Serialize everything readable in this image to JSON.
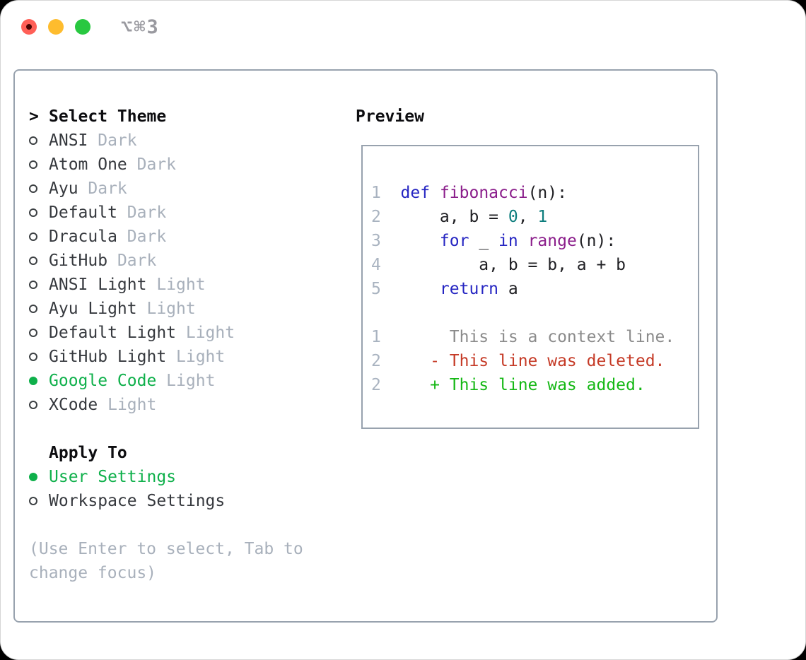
{
  "window": {
    "title": "⌥⌘3"
  },
  "colors": {
    "accent_green": "#0fb04b",
    "panel_border": "#98a2ae",
    "muted": "#a8b0bb",
    "code_keyword": "#2525c2",
    "code_function": "#8b1e8b",
    "code_number": "#0d7d7d",
    "diff_deleted": "#c53a26",
    "diff_added": "#15b815",
    "traffic_red": "#ff5f57",
    "traffic_yellow": "#febc2e",
    "traffic_green": "#28c840"
  },
  "theme_selector": {
    "prompt": ">",
    "title": "Select Theme",
    "items": [
      {
        "name": "ANSI",
        "variant": " Dark",
        "selected": false
      },
      {
        "name": "Atom One",
        "variant": " Dark",
        "selected": false
      },
      {
        "name": "Ayu",
        "variant": " Dark",
        "selected": false
      },
      {
        "name": "Default",
        "variant": " Dark",
        "selected": false
      },
      {
        "name": "Dracula",
        "variant": " Dark",
        "selected": false
      },
      {
        "name": "GitHub",
        "variant": " Dark",
        "selected": false
      },
      {
        "name": "ANSI Light",
        "variant": " Light",
        "selected": false
      },
      {
        "name": "Ayu Light",
        "variant": " Light",
        "selected": false
      },
      {
        "name": "Default Light",
        "variant": " Light",
        "selected": false
      },
      {
        "name": "GitHub Light",
        "variant": " Light",
        "selected": false
      },
      {
        "name": "Google Code",
        "variant": " Light",
        "selected": true
      },
      {
        "name": "XCode",
        "variant": " Light",
        "selected": false
      }
    ]
  },
  "apply_to": {
    "title": "Apply To",
    "options": [
      {
        "label": "User Settings",
        "selected": true
      },
      {
        "label": "Workspace Settings",
        "selected": false
      }
    ]
  },
  "hint": "(Use Enter to select, Tab to change focus)",
  "preview": {
    "title": "Preview",
    "code_lines": [
      {
        "num": "1",
        "segments": [
          {
            "text": "def",
            "color": "keyword"
          },
          {
            "text": " ",
            "color": "default"
          },
          {
            "text": "fibonacci",
            "color": "func"
          },
          {
            "text": "(n):",
            "color": "default"
          }
        ]
      },
      {
        "num": "2",
        "segments": [
          {
            "text": "    a, b = ",
            "color": "default"
          },
          {
            "text": "0",
            "color": "number"
          },
          {
            "text": ", ",
            "color": "default"
          },
          {
            "text": "1",
            "color": "number"
          }
        ]
      },
      {
        "num": "3",
        "segments": [
          {
            "text": "    ",
            "color": "default"
          },
          {
            "text": "for",
            "color": "keyword"
          },
          {
            "text": " _ ",
            "color": "default"
          },
          {
            "text": "in",
            "color": "keyword"
          },
          {
            "text": " ",
            "color": "default"
          },
          {
            "text": "range",
            "color": "func"
          },
          {
            "text": "(n):",
            "color": "default"
          }
        ]
      },
      {
        "num": "4",
        "segments": [
          {
            "text": "        a, b = b, a + b",
            "color": "default"
          }
        ]
      },
      {
        "num": "5",
        "segments": [
          {
            "text": "    ",
            "color": "default"
          },
          {
            "text": "return",
            "color": "keyword"
          },
          {
            "text": " a",
            "color": "default"
          }
        ]
      }
    ],
    "diff_lines": [
      {
        "num": "1",
        "marker": " ",
        "text": "This is a context line.",
        "type": "context"
      },
      {
        "num": "2",
        "marker": "-",
        "text": "This line was deleted.",
        "type": "deleted"
      },
      {
        "num": "2",
        "marker": "+",
        "text": "This line was added.",
        "type": "added"
      }
    ]
  }
}
